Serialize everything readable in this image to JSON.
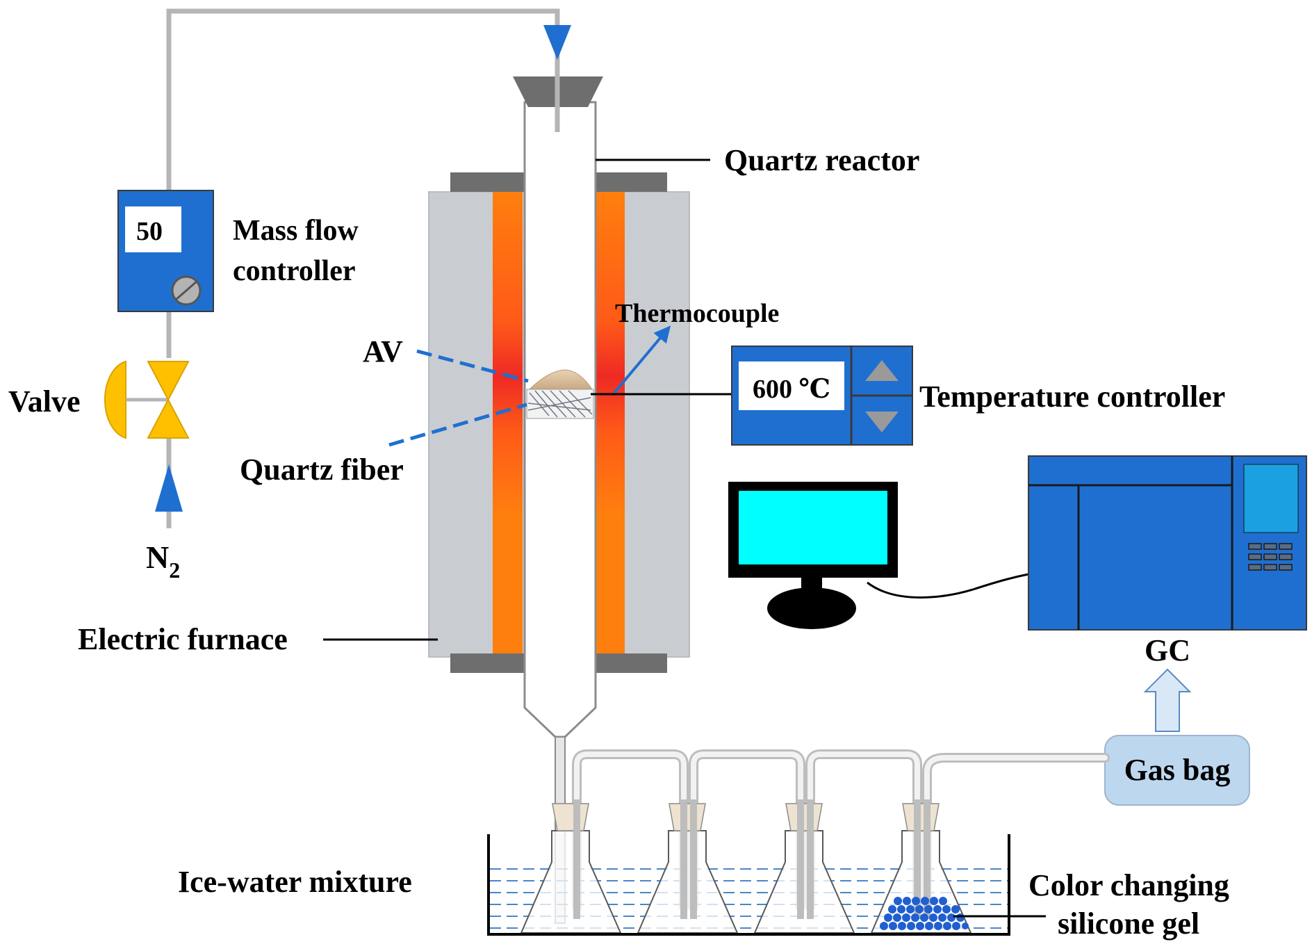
{
  "labels": {
    "quartz_reactor": "Quartz reactor",
    "mass_flow_line1": "Mass flow",
    "mass_flow_line2": "controller",
    "thermocouple": "Thermocouple",
    "av": "AV",
    "valve": "Valve",
    "temperature_controller": "Temperature controller",
    "quartz_fiber": "Quartz fiber",
    "n2_main": "N",
    "n2_sub": "2",
    "electric_furnace": "Electric furnace",
    "gc": "GC",
    "gas_bag": "Gas bag",
    "ice_water": "Ice-water mixture",
    "silica_line1": "Color changing",
    "silica_line2": "silicone gel"
  },
  "displays": {
    "flow_value": "50",
    "temperature_value": "600 ℃"
  },
  "colors": {
    "device_blue": "#1F6FD0",
    "furnace_grey": "#C9CDD1",
    "heater_orange": "#FF7F0E",
    "hot_red": "#EE2A24",
    "cap_grey": "#6E6E6E",
    "valve_yellow": "#FFC000",
    "arrow_blue": "#1F6FD0",
    "monitor_cyan": "#00FFFF",
    "water_dash": "#4A86C8",
    "gas_bag_fill": "#BDD7EE",
    "gel_blue": "#1F5FD0"
  }
}
